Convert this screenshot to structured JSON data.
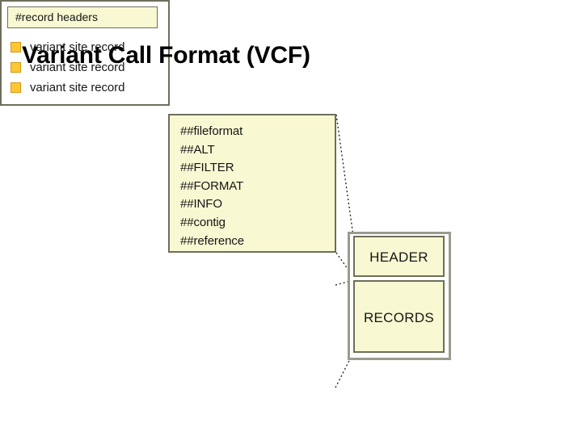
{
  "slide": {
    "title": "Variant Call Format (VCF)",
    "background_color": "#ffffff"
  },
  "colors": {
    "panel_fill": "#F8F8D2",
    "panel_border": "#6E6E5C",
    "frame_border": "#9A9A8E",
    "swatch_fill": "#FFC633",
    "swatch_border": "#D19A15",
    "text": "#161616"
  },
  "header_detail": {
    "name": "header-meta-lines",
    "lines": [
      "##fileformat",
      "##ALT",
      "##FILTER",
      "##FORMAT",
      "##INFO",
      "##contig",
      "##reference"
    ]
  },
  "records_detail": {
    "record_headers_label": "#record headers",
    "variant_records": [
      "variant site record",
      "variant site record",
      "variant site record"
    ]
  },
  "vcf_file": {
    "header_block_label": "HEADER",
    "records_block_label": "RECORDS"
  }
}
